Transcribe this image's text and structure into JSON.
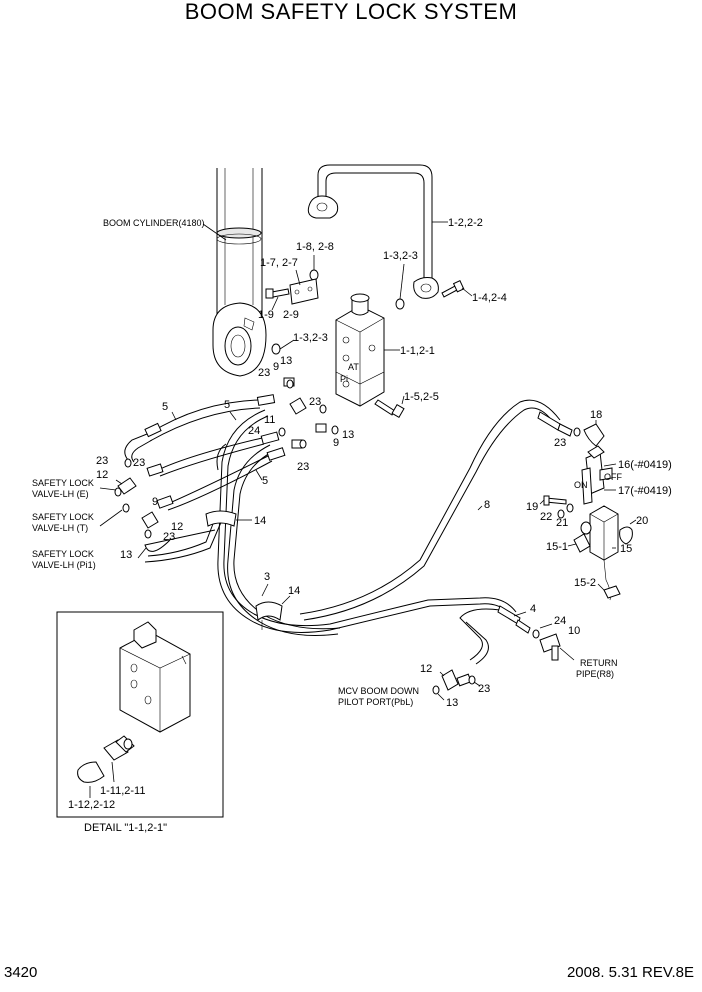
{
  "title": "BOOM SAFETY LOCK SYSTEM",
  "page_number": "3420",
  "revision": "2008. 5.31  REV.8E",
  "callouts": {
    "boom_cylinder": "BOOM CYLINDER(4180)",
    "c_1_2_2_2": "1-2,2-2",
    "c_1_8_2_8": "1-8, 2-8",
    "c_1_7_2_7": "1-7, 2-7",
    "c_1_3_2_3_top": "1-3,2-3",
    "c_1_4_2_4": "1-4,2-4",
    "c_1_9_2_9_a": "1-9",
    "c_1_9_2_9_b": "2-9",
    "c_1_3_2_3_mid": "1-3,2-3",
    "c_1_1_2_1": "1-1,2-1",
    "c_1_5_2_5": "1-5,2-5",
    "c_23_a": "23",
    "c_9_a": "9",
    "c_13_a": "13",
    "c_5_a": "5",
    "c_5_b": "5",
    "c_23_b": "23",
    "c_11_a": "11",
    "c_24_a": "24",
    "c_13_b": "13",
    "c_9_b": "9",
    "c_23_c": "23",
    "c_23_d": "23",
    "c_23_e": "23",
    "c_12_a": "12",
    "c_9_c": "9",
    "c_5_c": "5",
    "c_14_a": "14",
    "c_12_b": "12",
    "c_23_f": "23",
    "c_13_c": "13",
    "c_3": "3",
    "c_14_b": "14",
    "c_8": "8",
    "c_18": "18",
    "c_23_g": "23",
    "c_16": "16(-#0419)",
    "c_17": "17(-#0419)",
    "c_19": "19",
    "c_22": "22",
    "c_21": "21",
    "c_20": "20",
    "c_15_1": "15-1",
    "c_15": "15",
    "c_15_2": "15-2",
    "c_4": "4",
    "c_24_b": "24",
    "c_10": "10",
    "c_12_c": "12",
    "c_23_h": "23",
    "c_13_d": "13",
    "off": "OFF",
    "on": "ON",
    "at": "AT",
    "pi": "Pi",
    "safety_lock_e_1": "SAFETY LOCK",
    "safety_lock_e_2": "VALVE-LH (E)",
    "safety_lock_t_1": "SAFETY LOCK",
    "safety_lock_t_2": "VALVE-LH (T)",
    "safety_lock_pi_1": "SAFETY LOCK",
    "safety_lock_pi_2": "VALVE-LH (Pi1)",
    "return_1": "RETURN",
    "return_2": "PIPE(R8)",
    "mcv_1": "MCV BOOM DOWN",
    "mcv_2": "PILOT PORT(PbL)",
    "detail_1_11": "1-11,2-11",
    "detail_1_12": "1-12,2-12",
    "detail_caption": "DETAIL \"1-1,2-1\""
  }
}
